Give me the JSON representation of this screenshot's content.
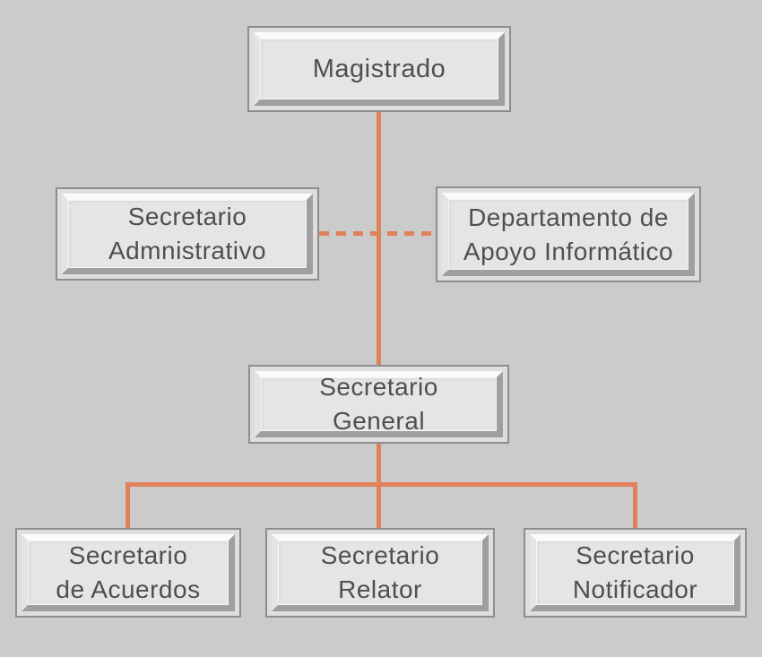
{
  "page": {
    "background": "#cbcbcb"
  },
  "colors": {
    "page_bg": "#cbcbcb",
    "connector_orange": "#e0815a",
    "box_fill": "#e5e5e5",
    "box_frame_light": "#fafafa",
    "box_frame_dark": "#9f9f9f",
    "box_outline": "#8e8e8e",
    "text": "#4f4f4f"
  },
  "org_chart": {
    "nodes": {
      "magistrado": {
        "line1": "Magistrado",
        "line2": ""
      },
      "administrativo": {
        "line1": "Secretario",
        "line2": "Admnistrativo"
      },
      "departamento": {
        "line1": "Departamento de",
        "line2": "Apoyo Informático"
      },
      "general": {
        "line1": "Secretario",
        "line2": "General"
      },
      "acuerdos": {
        "line1": "Secretario",
        "line2": "de Acuerdos"
      },
      "relator": {
        "line1": "Secretario",
        "line2": "Relator"
      },
      "notificador": {
        "line1": "Secretario",
        "line2": "Notificador"
      }
    },
    "connectors": [
      {
        "from": "magistrado",
        "to": "general",
        "style": "solid"
      },
      {
        "from": "administrativo",
        "to": "departamento",
        "style": "dashed"
      },
      {
        "from": "general",
        "to": "acuerdos",
        "style": "solid"
      },
      {
        "from": "general",
        "to": "relator",
        "style": "solid"
      },
      {
        "from": "general",
        "to": "notificador",
        "style": "solid"
      }
    ]
  }
}
